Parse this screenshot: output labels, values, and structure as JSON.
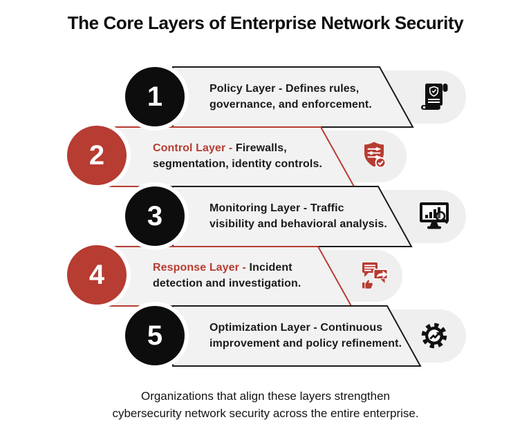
{
  "header": {
    "title": "The Core Layers of Enterprise Network Security"
  },
  "rows": [
    {
      "number": "1",
      "name": "Policy Layer -",
      "description": " Defines rules,",
      "line2": "governance, and enforcement.",
      "icon": "policy-scroll-icon",
      "accent": "#0d0d0d"
    },
    {
      "number": "2",
      "name": "Control Layer -",
      "description": " Firewalls,",
      "line2": "segmentation, identity controls.",
      "icon": "control-shield-icon",
      "accent": "#b73c32"
    },
    {
      "number": "3",
      "name": "Monitoring Layer -",
      "description": " Traffic",
      "line2": "visibility and behavioral analysis.",
      "icon": "monitoring-screen-icon",
      "accent": "#0d0d0d"
    },
    {
      "number": "4",
      "name": "Response Layer -",
      "description": " Incident",
      "line2": "detection and investigation.",
      "icon": "response-chat-icon",
      "accent": "#b73c32"
    },
    {
      "number": "5",
      "name": "Optimization Layer -",
      "description": " Continuous",
      "line2": "improvement and policy refinement.",
      "icon": "optimization-gear-icon",
      "accent": "#0d0d0d"
    }
  ],
  "footer": {
    "line1": "Organizations that align these layers strengthen",
    "line2": "cybersecurity network security across the entire enterprise."
  },
  "colors": {
    "red": "#b73c32",
    "ink": "#0d0d0d",
    "banner_fill": "#f2f2f2",
    "pill_fill": "#efefef",
    "background": "#ffffff"
  }
}
